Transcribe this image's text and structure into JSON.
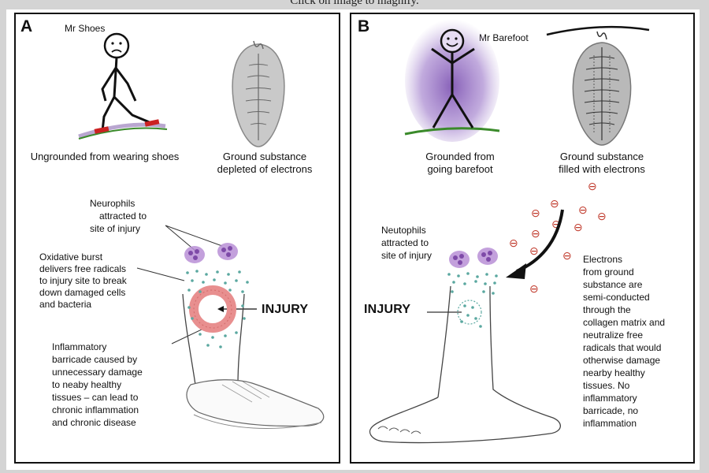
{
  "page_caption": "Click on image to magnify.",
  "panel_a": {
    "letter": "A",
    "figure_name": "Mr Shoes",
    "caption_figure": "Ungrounded from wearing shoes",
    "caption_ground_line1": "Ground substance",
    "caption_ground_line2": "depleted of electrons",
    "neutrophils_line1": "Neurophils",
    "neutrophils_line2": "attracted to",
    "neutrophils_line3": "site of injury",
    "oxidative_line1": "Oxidative burst",
    "oxidative_line2": "delivers free radicals",
    "oxidative_line3": "to injury site to break",
    "oxidative_line4": "down damaged cells",
    "oxidative_line5": "and bacteria",
    "injury_label": "INJURY",
    "barricade_line1": "Inflammatory",
    "barricade_line2": "barricade caused by",
    "barricade_line3": "unnecessary damage",
    "barricade_line4": "to neaby healthy",
    "barricade_line5": "tissues – can lead to",
    "barricade_line6": "chronic inflammation",
    "barricade_line7": "and chronic disease"
  },
  "panel_b": {
    "letter": "B",
    "figure_name": "Mr Barefoot",
    "caption_figure_line1": "Grounded from",
    "caption_figure_line2": "going barefoot",
    "caption_ground_line1": "Ground substance",
    "caption_ground_line2": "filled with electrons",
    "neutrophils_line1": "Neutophils",
    "neutrophils_line2": "attracted to",
    "neutrophils_line3": "site of injury",
    "injury_label": "INJURY",
    "electrons_line1": "Electrons",
    "electrons_line2": "from ground",
    "electrons_line3": "substance are",
    "electrons_line4": "semi-conducted",
    "electrons_line5": "through the",
    "electrons_line6": "collagen matrix and",
    "electrons_line7": "neutralize free",
    "electrons_line8": "radicals that would",
    "electrons_line9": "otherwise damage",
    "electrons_line10": "nearby healthy",
    "electrons_line11": "tissues. No",
    "electrons_line12": "inflammatory",
    "electrons_line13": "barricade, no",
    "electrons_line14": "inflammation",
    "electron_symbol": "⊖"
  },
  "colors": {
    "panel_border": "#111111",
    "neutrophil": "#b98fd6",
    "particles": "#5aa8a0",
    "inflammation": "#e88f8f",
    "aura": "#7a4fb0",
    "shoe_red": "#cc2222",
    "ground_green": "#3a8a2a",
    "electron": "#c0392b"
  },
  "icons": [
    "sad-stick-figure-icon",
    "happy-stick-figure-icon",
    "fibroblast-cell-icon",
    "neutrophil-icon",
    "shoe-icon",
    "bare-foot-icon",
    "electron-icon",
    "arrow-icon"
  ]
}
